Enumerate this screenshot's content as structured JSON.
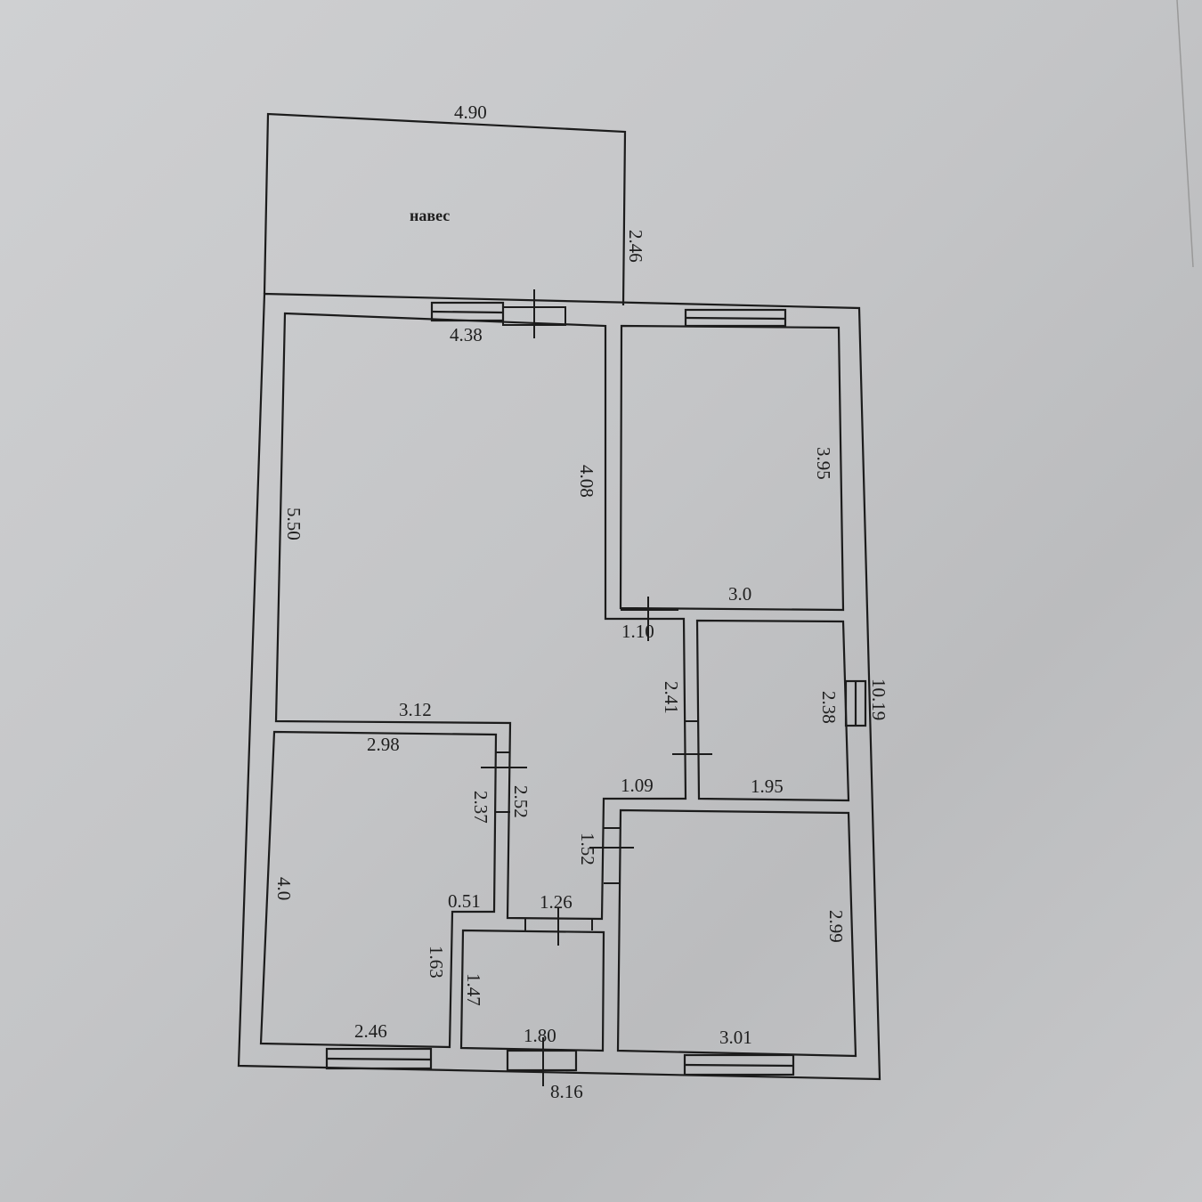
{
  "plan": {
    "canopy_label": "навес",
    "dimensions": {
      "canopy_width": "4.90",
      "canopy_depth": "2.46",
      "living_top": "4.38",
      "living_right": "4.08",
      "living_left": "5.50",
      "living_bottom": "3.12",
      "bedroom1_height": "3.95",
      "bedroom1_width": "3.0",
      "hall_door": "1.10",
      "hall_height": "2.41",
      "room_small_height": "2.38",
      "room_small_width": "1.95",
      "total_depth": "10.19",
      "hall_step": "1.09",
      "hall_lower": "1.52",
      "bedroom2_width_top": "2.98",
      "bedroom2_side": "2.37",
      "corridor_side": "2.52",
      "bedroom2_height": "4.0",
      "bedroom2_notch": "0.51",
      "corridor_width": "1.26",
      "bedroom2_notch_height": "1.63",
      "bedroom2_bottom": "2.46",
      "bath_height": "1.47",
      "bath_width": "1.80",
      "bedroom3_height": "2.99",
      "bedroom3_width": "3.01",
      "total_width": "8.16"
    }
  }
}
